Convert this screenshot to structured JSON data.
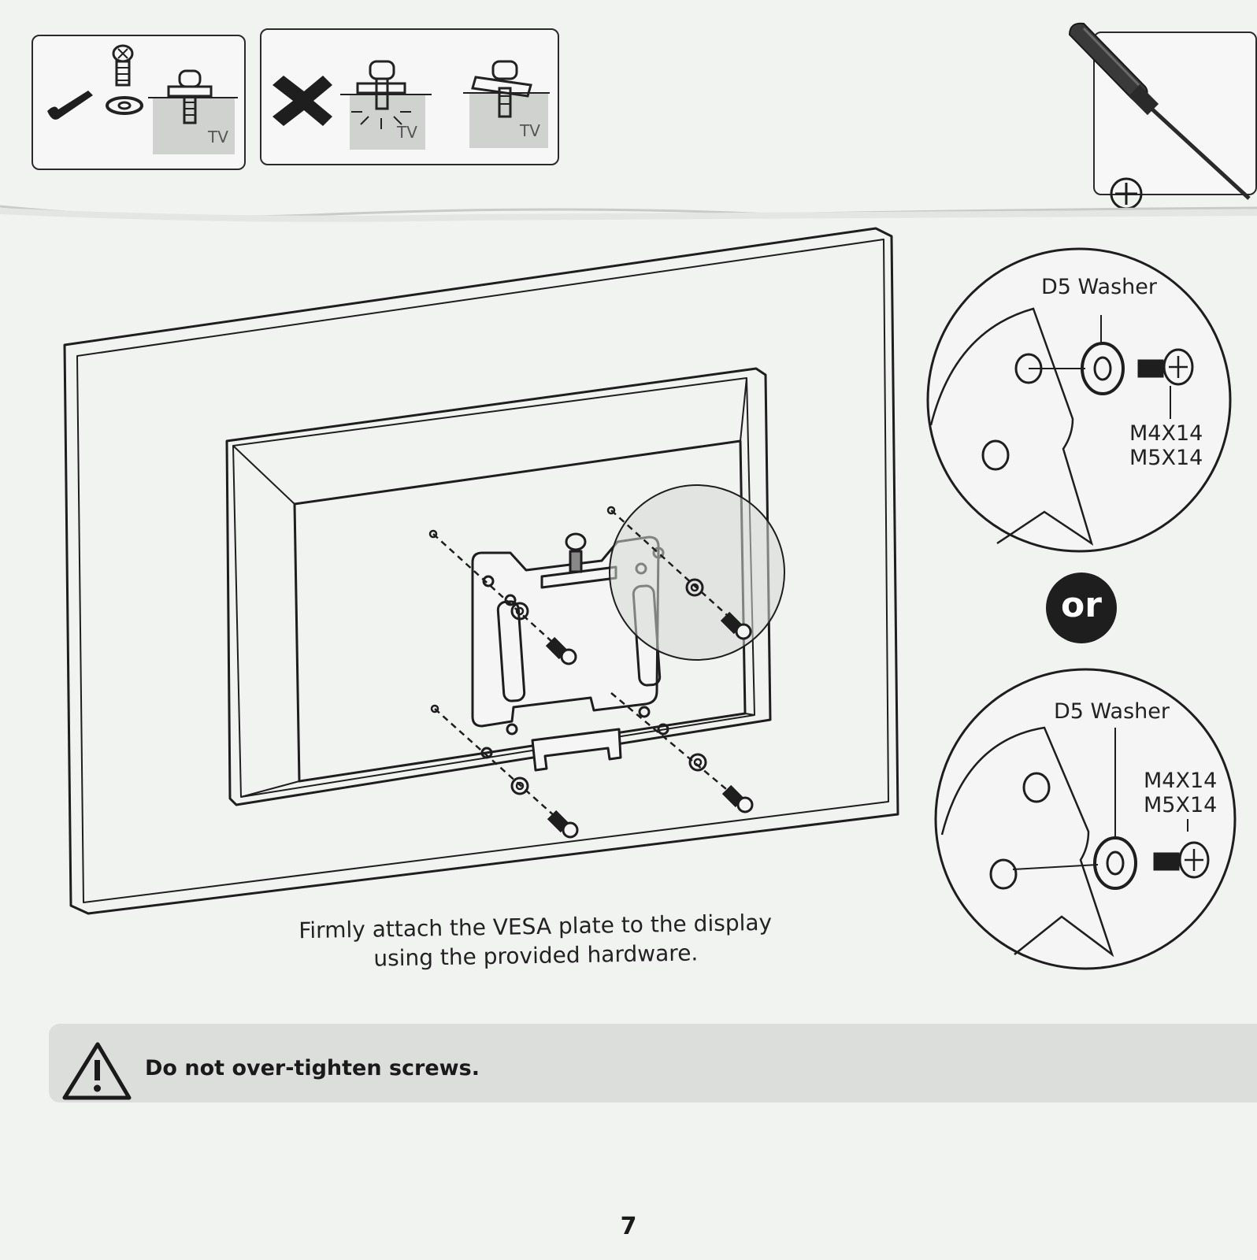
{
  "top_panels": {
    "correct": {
      "tv_label": "TV"
    },
    "incorrect": {
      "tv_label_1": "TV",
      "tv_label_2": "TV"
    }
  },
  "main": {
    "caption_line1": "Firmly attach the VESA plate to the display",
    "caption_line2": "using the provided hardware."
  },
  "callouts": {
    "top": {
      "washer_label": "D5 Washer",
      "screw_line1": "M4X14",
      "screw_line2": "M5X14"
    },
    "divider": "or",
    "bottom": {
      "washer_label": "D5 Washer",
      "screw_line1": "M4X14",
      "screw_line2": "M5X14"
    }
  },
  "warning": {
    "text": "Do not over-tighten screws."
  },
  "page_number": "7",
  "colors": {
    "ink": "#1a1a1a",
    "paper": "#f1f3f1",
    "band": "#dcdedc"
  }
}
